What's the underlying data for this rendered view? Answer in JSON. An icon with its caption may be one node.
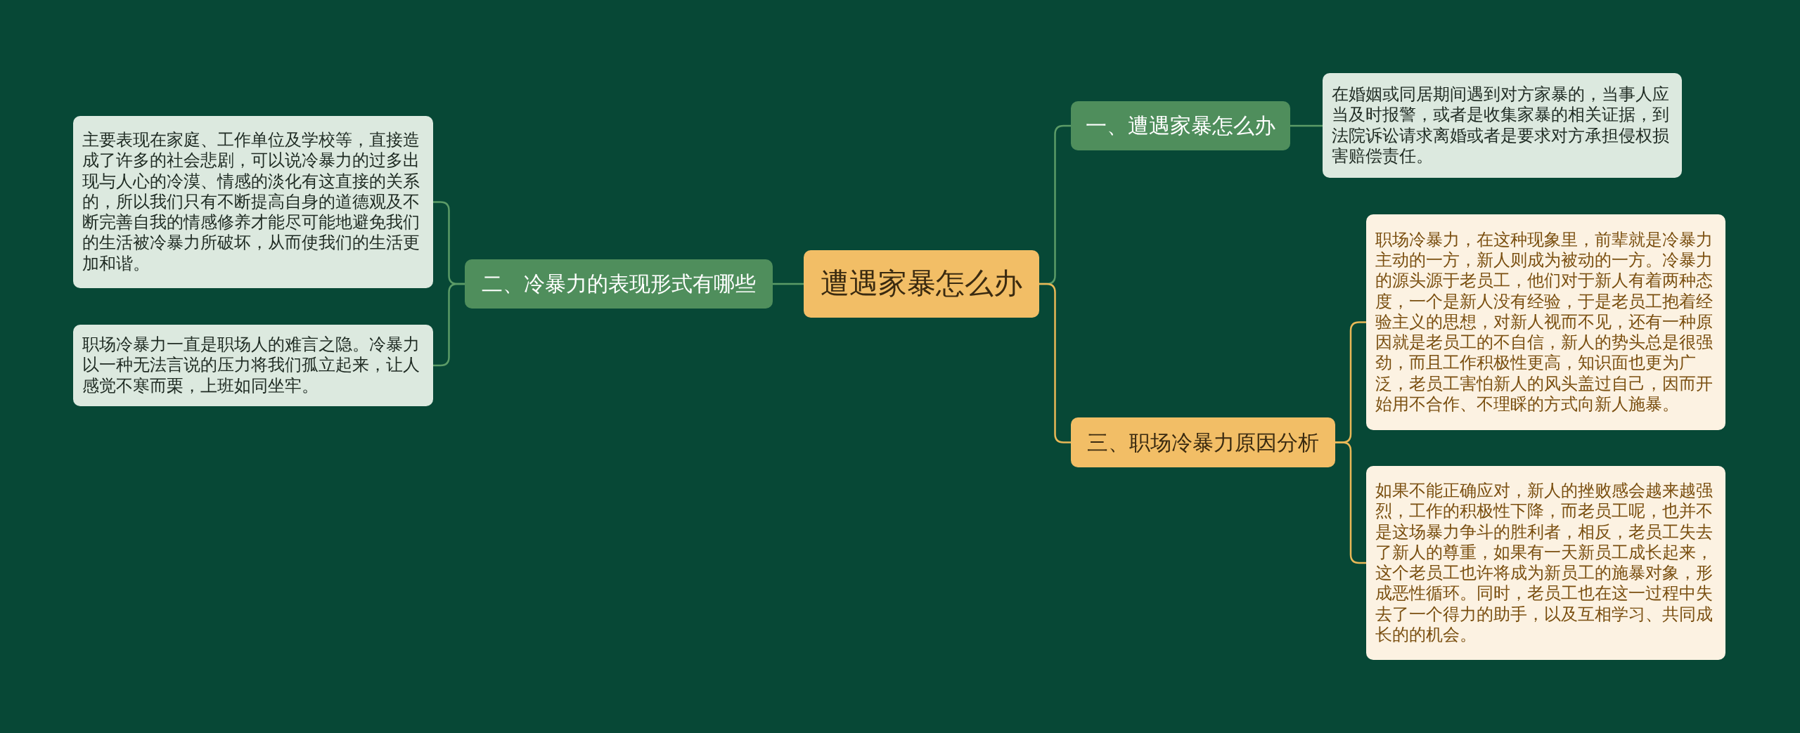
{
  "diagram": {
    "nodes": [
      {
        "text": [
          "遭遇家暴怎么办"
        ]
      },
      {
        "text": [
          "一、遭遇家暴怎么办"
        ]
      },
      {
        "text": [
          "在婚姻或同居期间遇到对方家暴的，当事人应当及时报警，或者是收集家暴的相关证据，到法院诉讼请求离婚或者是要求对方承担侵权损害赔偿责任。"
        ]
      },
      {
        "text": [
          "二、冷暴力的表现形式有哪些"
        ]
      },
      {
        "text": [
          "主要表现在家庭、工作单位及学校等，直接造成了许多的社会悲剧，可以说冷暴力的过多出现与人心的冷漠、情感的淡化有这直接的关系的，所以我们只有不断提高自身的道德观及不断完善自我的情感修养才能尽可能地避免我们的生活被冷暴力所破坏，从而使我们的生活更加和谐。"
        ]
      },
      {
        "text": [
          "职场冷暴力一直是职场人的难言之隐。冷暴力以一种无法言说的压力将我们孤立起来，让人感觉不寒而栗，上班如同坐牢。"
        ]
      },
      {
        "text": [
          "三、职场冷暴力原因分析"
        ]
      },
      {
        "text": [
          "职场冷暴力，在这种现象里，前辈就是冷暴力主动的一方，新人则成为被动的一方。冷暴力的源头源于老员工，他们对于新人有着两种态度，一个是新人没有经验，于是老员工抱着经验主义的思想，对新人视而不见，还有一种原因就是老员工的不自信，新人的势头总是很强劲，而且工作积极性更高，知识面也更为广泛，老员工害怕新人的风头盖过自己，因而开始用不合作、不理睬的方式向新人施暴。"
        ]
      },
      {
        "text": [
          "如果不能正确应对，新人的挫败感会越来越强烈，工作的积极性下降，而老员工呢，也并不是这场暴力争斗的胜利者，相反，老员工失去了新人的尊重，如果有一天新员工成长起来，这个老员工也许将成为新员工的施暴对象，形成恶性循环。同时，老员工也在这一过程中失去了一个得力的助手，以及互相学习、共同成长的的机会。"
        ]
      }
    ],
    "edges": [
      {
        "from": 0,
        "to": 1,
        "arrow": "none"
      },
      {
        "from": 1,
        "to": 2,
        "arrow": "none"
      },
      {
        "from": 0,
        "to": 3,
        "arrow": "none"
      },
      {
        "from": 3,
        "to": 4,
        "arrow": "none"
      },
      {
        "from": 3,
        "to": 5,
        "arrow": "none"
      },
      {
        "from": 0,
        "to": 6,
        "arrow": "none",
        "color": "#e9b857"
      },
      {
        "from": 6,
        "to": 7,
        "arrow": "none",
        "color": "#e9b857"
      },
      {
        "from": 6,
        "to": 8,
        "arrow": "none",
        "color": "#e9b857"
      }
    ]
  }
}
